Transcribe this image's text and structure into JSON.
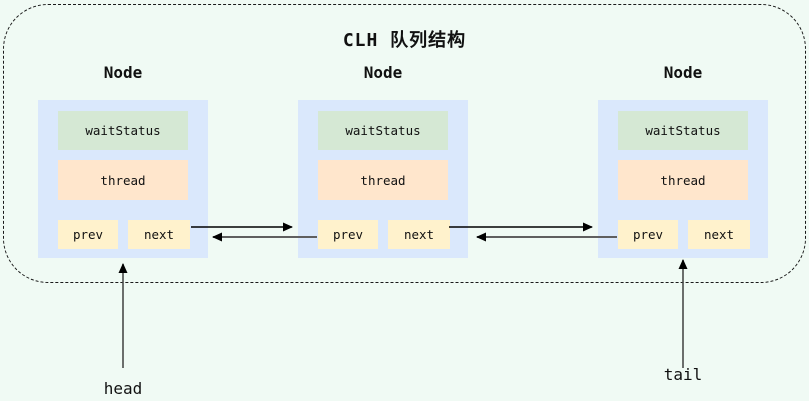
{
  "title": "CLH 队列结构",
  "nodes": [
    {
      "label": "Node",
      "wait_status": "waitStatus",
      "thread": "thread",
      "prev": "prev",
      "next": "next"
    },
    {
      "label": "Node",
      "wait_status": "waitStatus",
      "thread": "thread",
      "prev": "prev",
      "next": "next"
    },
    {
      "label": "Node",
      "wait_status": "waitStatus",
      "thread": "thread",
      "prev": "prev",
      "next": "next"
    }
  ],
  "pointers": {
    "head": "head",
    "tail": "tail"
  },
  "colors": {
    "background": "#f0faf4",
    "node_container": "#dae8fc",
    "wait_status_fill": "#d5e8d4",
    "thread_fill": "#ffe6cc",
    "pointer_cell_fill": "#fff2cc",
    "next_arrow": "#000000",
    "prev_arrow": "#5f5f5f",
    "pointer_arrow": "#3f3f3f",
    "frame_border": "#1a1a1a"
  }
}
